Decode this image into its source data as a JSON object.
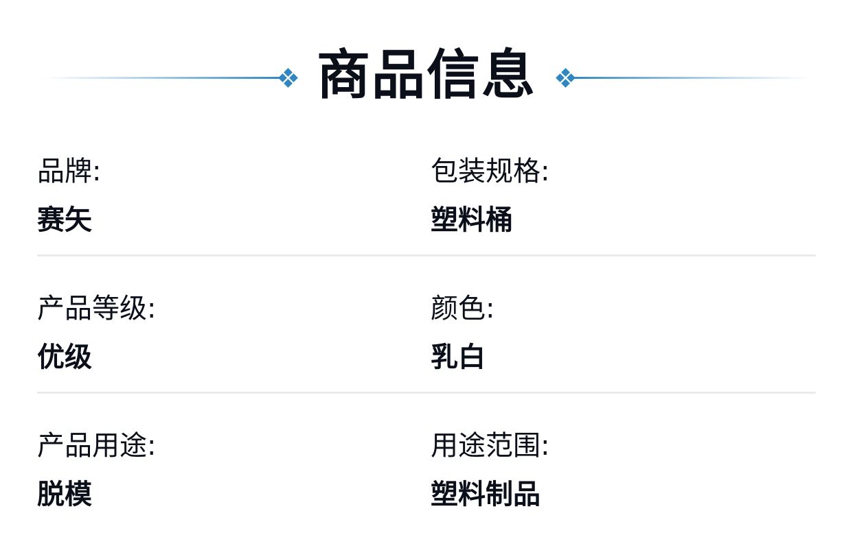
{
  "header": {
    "title": "商品信息"
  },
  "info": {
    "rows": [
      {
        "left": {
          "label": "品牌:",
          "value": "赛矢"
        },
        "right": {
          "label": "包装规格:",
          "value": "塑料桶"
        }
      },
      {
        "left": {
          "label": "产品等级:",
          "value": "优级"
        },
        "right": {
          "label": "颜色:",
          "value": "乳白"
        }
      },
      {
        "left": {
          "label": "产品用途:",
          "value": "脱模"
        },
        "right": {
          "label": "用途范围:",
          "value": "塑料制品"
        }
      }
    ]
  },
  "colors": {
    "accent": "#2f86c1",
    "text": "#0b0f1a",
    "divider": "#ebebeb",
    "background": "#ffffff"
  },
  "icons": {
    "header_decoration": "diamond-cluster-icon"
  }
}
